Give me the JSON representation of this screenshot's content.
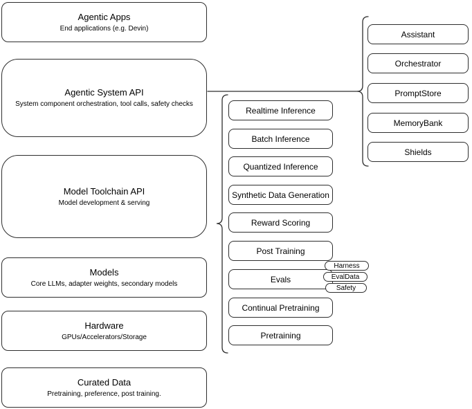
{
  "diagram": {
    "left_stack": [
      {
        "title": "Agentic Apps",
        "subtitle": "End applications (e.g. Devin)"
      },
      {
        "title": "Agentic System API",
        "subtitle": "System component orchestration, tool calls, safety checks"
      },
      {
        "title": "Model Toolchain API",
        "subtitle": "Model development & serving"
      },
      {
        "title": "Models",
        "subtitle": "Core LLMs, adapter weights, secondary models"
      },
      {
        "title": "Hardware",
        "subtitle": "GPUs/Accelerators/Storage"
      },
      {
        "title": "Curated Data",
        "subtitle": "Pretraining, preference, post training."
      }
    ],
    "toolchain_items": [
      "Realtime Inference",
      "Batch Inference",
      "Quantized Inference",
      "Synthetic Data Generation",
      "Reward Scoring",
      "Post Training",
      "Evals",
      "Continual Pretraining",
      "Pretraining"
    ],
    "eval_tags": [
      "Harness",
      "EvalData",
      "Safety"
    ],
    "system_components": [
      "Assistant",
      "Orchestrator",
      "PromptStore",
      "MemoryBank",
      "Shields"
    ],
    "colors": {
      "stroke": "#2d2d2d",
      "background": "#ffffff"
    }
  }
}
